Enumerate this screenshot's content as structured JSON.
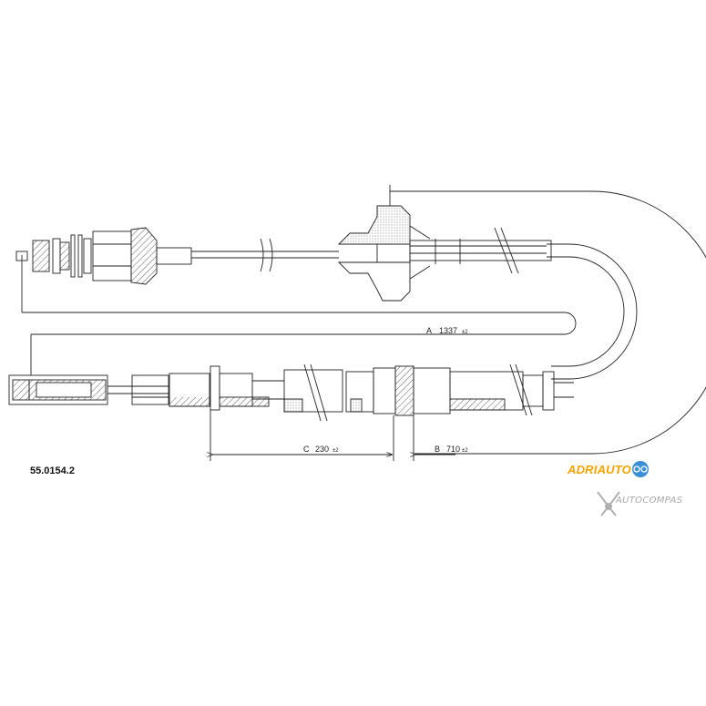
{
  "part_number": "55.0154.2",
  "dimensions": {
    "a": {
      "label": "A",
      "value": "1337",
      "tolerance": "±2"
    },
    "b": {
      "label": "B",
      "value": "710",
      "tolerance": "±2"
    },
    "c": {
      "label": "C",
      "value": "230",
      "tolerance": "±2"
    }
  },
  "brand": {
    "text": "ADRIAUTO",
    "color": "#f5a300",
    "badge_color": "#3a8fd6"
  },
  "watermark": {
    "text": "AUTOCOMPAS",
    "color": "#a9a9a9"
  }
}
